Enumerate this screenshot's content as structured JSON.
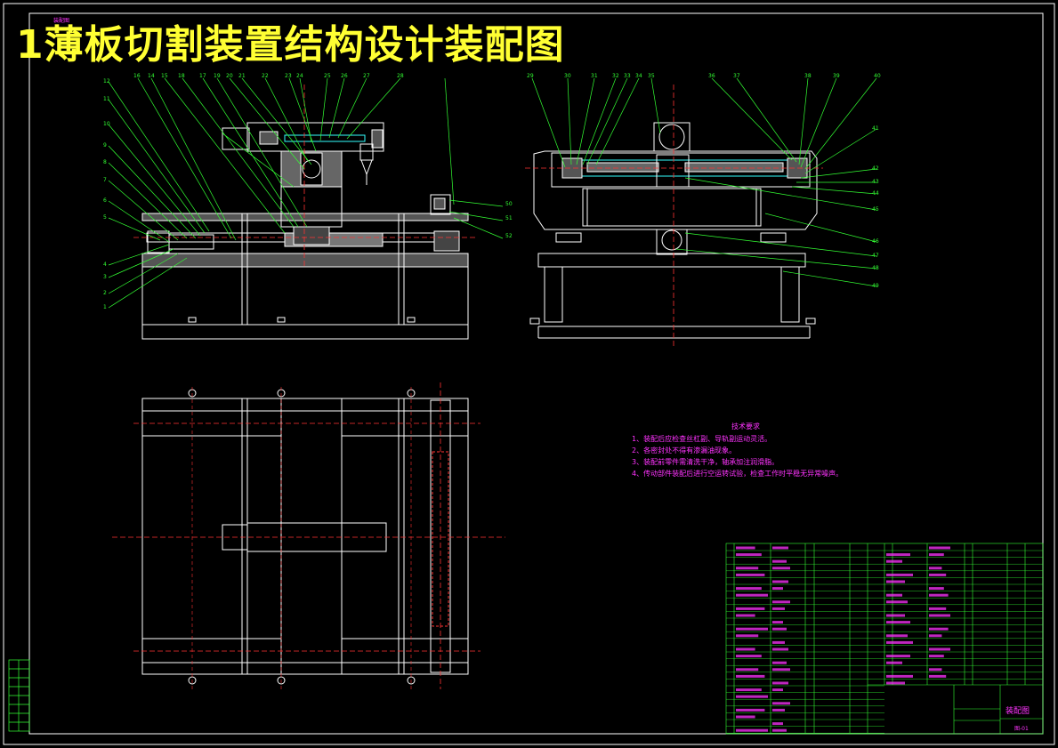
{
  "title": "1薄板切割装置结构设计装配图",
  "sheet_tag": "装配图",
  "tech_requirements": {
    "heading": "技术要求",
    "lines": [
      "1、装配后应检查丝杠副、导轨副运动灵活。",
      "2、各密封处不得有渗漏油现象。",
      "3、装配前零件需清洗干净，轴承加注润滑脂。",
      "4、传动部件装配后进行空运转试验，检查工作时平稳无异常噪声。"
    ]
  },
  "title_block": {
    "name": "装配图",
    "drawing_no": "图-01"
  },
  "callouts_front": [
    "12",
    "11",
    "10",
    "9",
    "8",
    "7",
    "6",
    "5",
    "4",
    "3",
    "2",
    "1"
  ],
  "callouts_top_left": [
    "16",
    "14",
    "15",
    "18",
    "17",
    "19",
    "20",
    "21",
    "22",
    "23",
    "24",
    "25",
    "26",
    "27",
    "28"
  ],
  "callouts_top_right": [
    "29",
    "30",
    "31",
    "32",
    "33",
    "34",
    "35",
    "36",
    "37",
    "38",
    "39",
    "40"
  ],
  "callouts_side": [
    "41",
    "42",
    "43",
    "44",
    "45",
    "46",
    "47",
    "48",
    "49",
    "50",
    "51",
    "52"
  ],
  "colors": {
    "outline": "#ffffff",
    "leader": "#33ff33",
    "center": "#ff3333",
    "title": "#ffff33",
    "text": "#ff33ff",
    "cyan": "#33ffff"
  }
}
